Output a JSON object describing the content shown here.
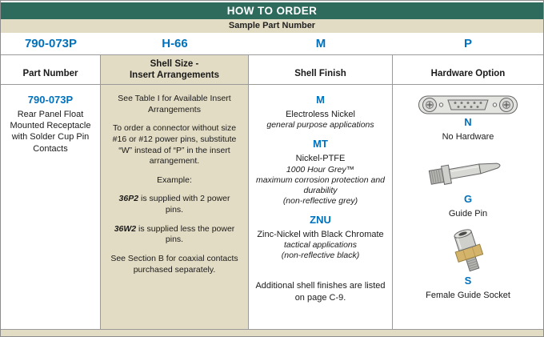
{
  "colors": {
    "teal": "#2E6B5C",
    "tan": "#E3DCC4",
    "blue": "#0071BC"
  },
  "header": {
    "title": "HOW TO ORDER"
  },
  "sample": {
    "label": "Sample Part Number",
    "codes": [
      "790-073P",
      "H-66",
      "M",
      "P"
    ]
  },
  "columns": {
    "part_number": {
      "header": "Part Number",
      "code": "790-073P",
      "description": "Rear Panel Float Mounted Receptacle with Solder Cup Pin Contacts"
    },
    "shell_size": {
      "header_line1": "Shell Size -",
      "header_line2": "Insert Arrangements",
      "see_table": "See Table I for Available Insert Arrangements",
      "order_note": "To order a connector without size #16 or #12 power pins, substitute “W” instead of “P” in the insert arrangement.",
      "example_label": "Example:",
      "example1_code": "36P2",
      "example1_text": " is supplied with 2 power pins.",
      "example2_code": "36W2",
      "example2_text": " is supplied less the power pins.",
      "coax_note": "See Section B for coaxial contacts purchased separately."
    },
    "shell_finish": {
      "header": "Shell Finish",
      "options": [
        {
          "code": "M",
          "name": "Electroless Nickel",
          "notes": [
            "general purpose applications"
          ]
        },
        {
          "code": "MT",
          "name": "Nickel-PTFE",
          "notes": [
            "1000 Hour Grey™",
            "maximum corrosion protection and durability",
            "(non-reflective grey)"
          ]
        },
        {
          "code": "ZNU",
          "name": "Zinc-Nickel with Black Chromate",
          "notes": [
            "tactical applications",
            "(non-reflective black)"
          ]
        }
      ],
      "footnote": "Additional shell finishes are listed on page C-9."
    },
    "hardware": {
      "header": "Hardware Option",
      "options": [
        {
          "code": "N",
          "name": "No Hardware",
          "image": "dsub-connector-face"
        },
        {
          "code": "G",
          "name": "Guide Pin",
          "image": "guide-pin"
        },
        {
          "code": "S",
          "name": "Female Guide Socket",
          "image": "female-guide-socket"
        }
      ]
    }
  }
}
